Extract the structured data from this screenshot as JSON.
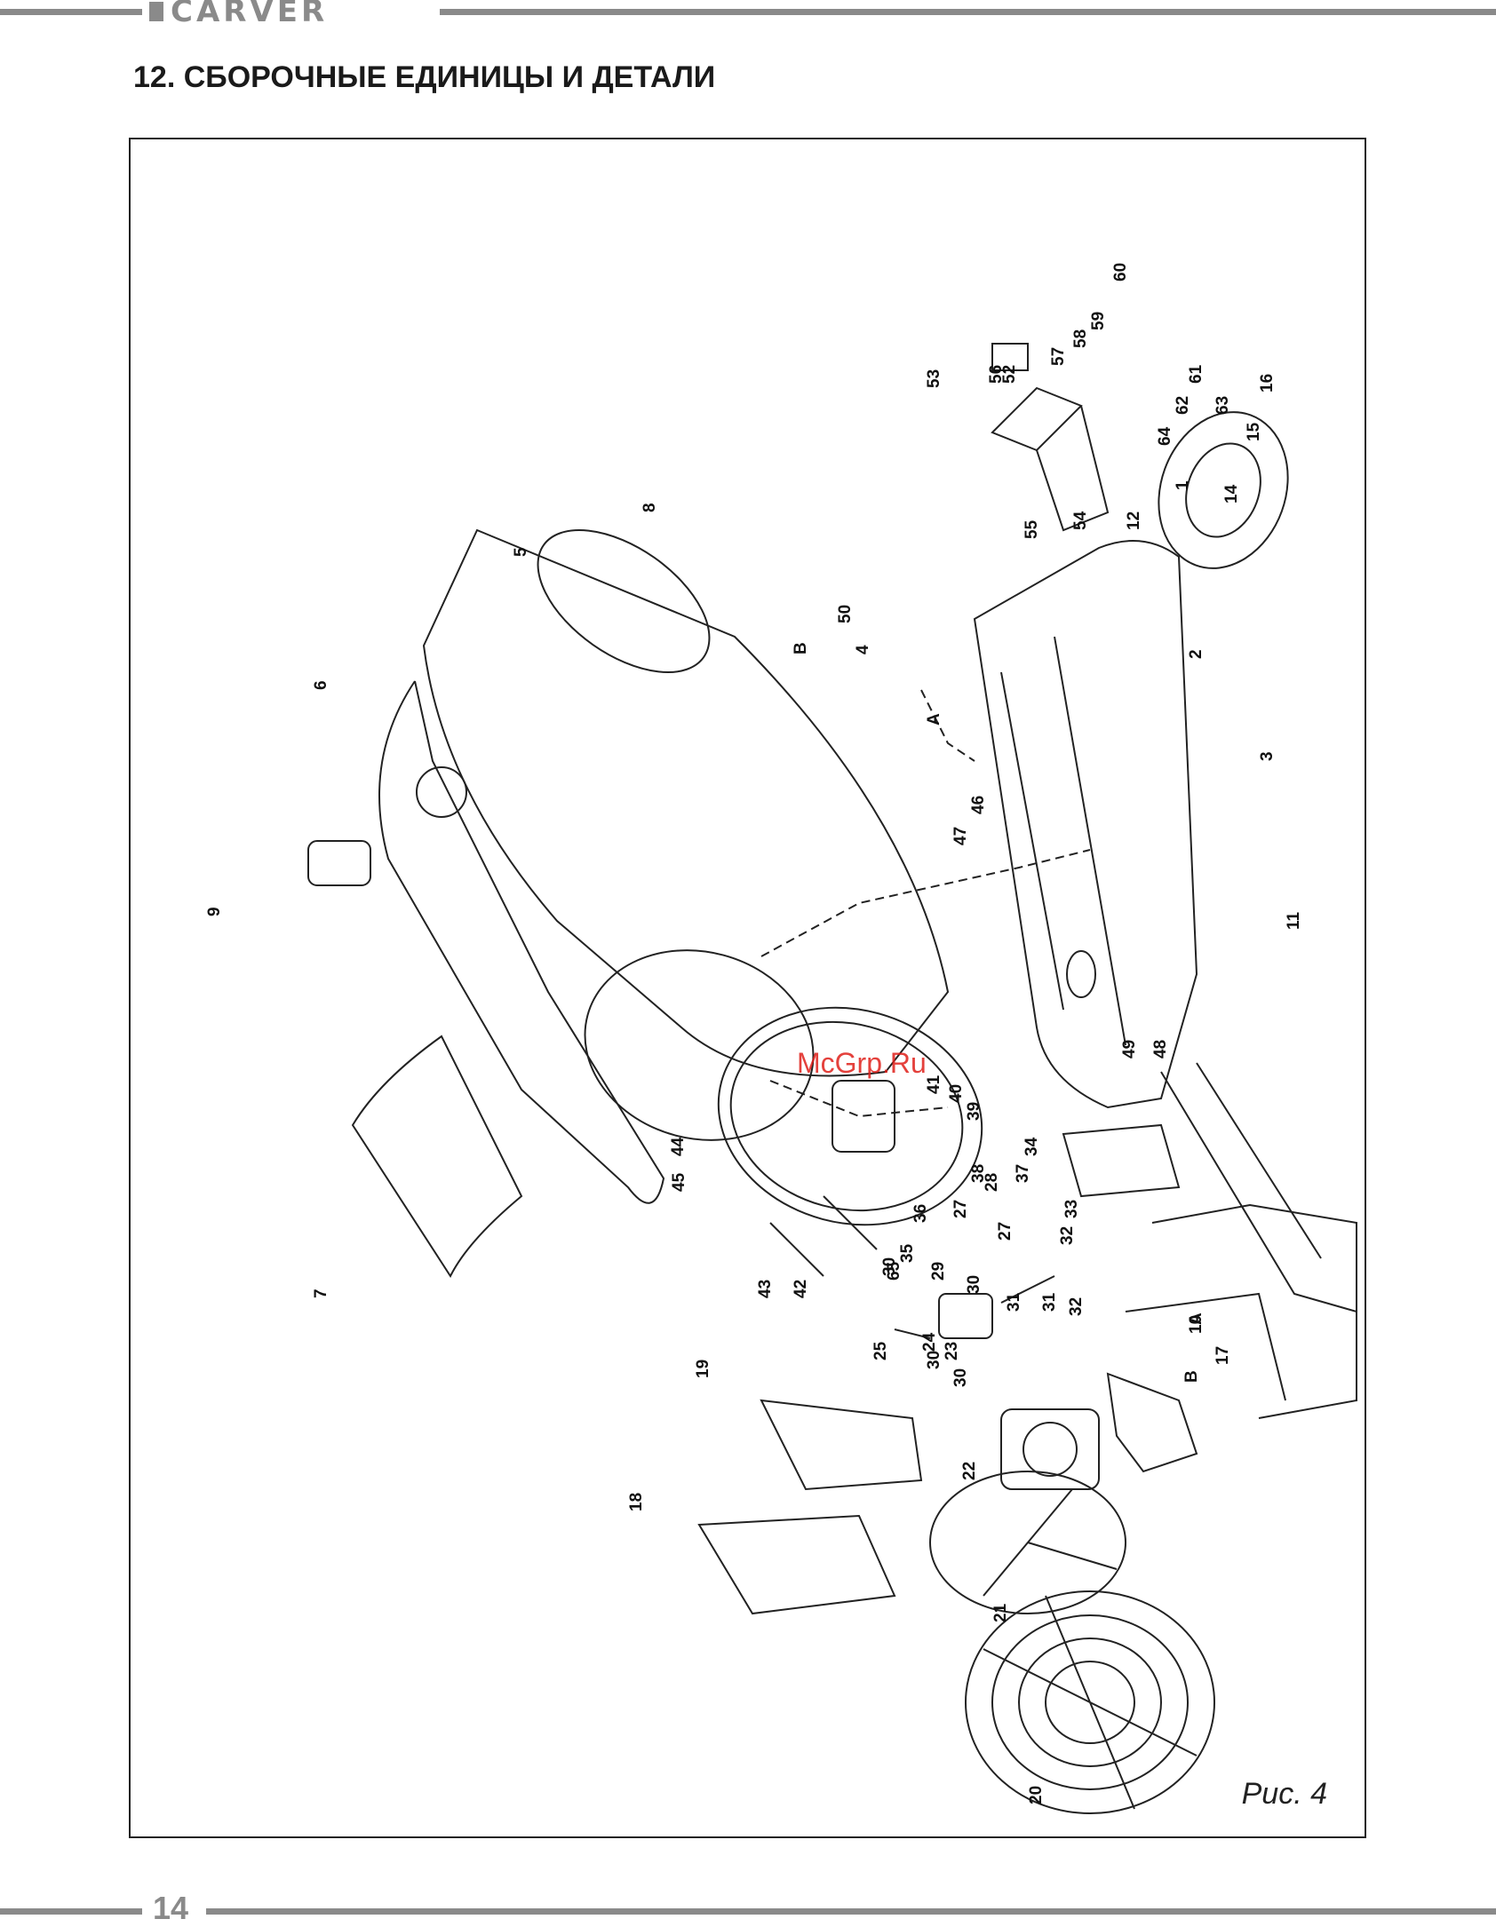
{
  "header": {
    "brand": "CARVER"
  },
  "section_title": "12. СБОРОЧНЫЕ ЕДИНИЦЫ И ДЕТАЛИ",
  "figure": {
    "caption": "Рис. 4",
    "watermark": "McGrp.Ru",
    "part_labels": [
      "1",
      "2",
      "3",
      "4",
      "5",
      "6",
      "7",
      "8",
      "9",
      "10",
      "11",
      "12",
      "14",
      "15",
      "16",
      "17",
      "18",
      "19",
      "20",
      "21",
      "22",
      "23",
      "24",
      "25",
      "27",
      "27",
      "28",
      "29",
      "30",
      "30",
      "30",
      "30",
      "31",
      "31",
      "32",
      "32",
      "33",
      "34",
      "35",
      "36",
      "37",
      "38",
      "39",
      "40",
      "41",
      "42",
      "43",
      "44",
      "45",
      "46",
      "47",
      "48",
      "49",
      "50",
      "52",
      "53",
      "54",
      "55",
      "56",
      "57",
      "58",
      "59",
      "60",
      "61",
      "62",
      "63",
      "64",
      "65",
      "A",
      "A",
      "B",
      "B"
    ]
  },
  "footer": {
    "page_number": "14"
  }
}
